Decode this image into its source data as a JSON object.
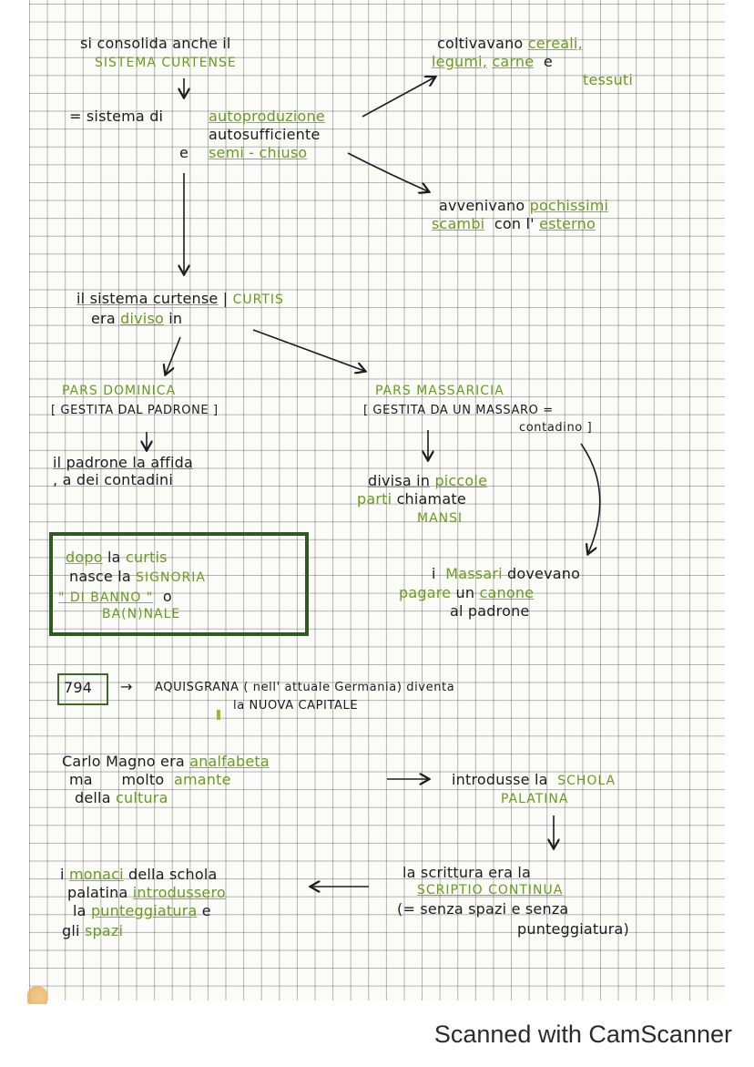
{
  "colors": {
    "ink": "#1c1c1c",
    "highlight_green": "#6a9b1c",
    "box_border": "#2f5a24",
    "grid": "#5a5a5a"
  },
  "notes": {
    "sistema_curtense": {
      "intro": "si consolida anche il",
      "title": "SISTEMA CURTENSE",
      "definition_prefix": "= sistema di",
      "definition_terms": [
        "autoproduzione",
        "autosufficiente",
        "semi - chiuso"
      ],
      "definition_conj": "e",
      "branch_production": {
        "verb": "coltivavano",
        "items": [
          "cereali,",
          "legumi,",
          "carne",
          "e",
          "tessuti"
        ]
      },
      "branch_exchange": {
        "line1_prefix": "avvenivano",
        "line1_green": "pochissimi",
        "line2_green1": "scambi",
        "line2_mid": "con",
        "line2_black": "l'",
        "line2_green2": "esterno"
      }
    },
    "division": {
      "line1": "il sistema curtense",
      "line1_alt": "CURTIS",
      "line2_prefix": "era",
      "line2_green": "diviso",
      "line2_suffix": "in"
    },
    "pars_dominica": {
      "title": "PARS DOMINICA",
      "subtitle": "[ GESTITA DAL PADRONE ]",
      "detail_line1": "il padrone la affida",
      "detail_line2": ", a dei contadini"
    },
    "pars_massaricia": {
      "title": "PARS MASSARICIA",
      "subtitle_line1": "[ GESTITA DA UN MASSARO =",
      "subtitle_line2": "contadino ]",
      "detail_line1_prefix": "divisa in",
      "detail_line1_green": "piccole",
      "detail_line2_green": "parti",
      "detail_line2_suffix": "chiamate",
      "detail_line3": "MANSI",
      "massari_line1_prefix": "i",
      "massari_line1_green": "Massari",
      "massari_line1_suffix": "dovevano",
      "massari_line2_green1": "pagare",
      "massari_line2_mid": "un",
      "massari_line2_green2": "canone",
      "massari_line3": "al padrone"
    },
    "signoria_box": {
      "line1_green": "dopo",
      "line1_mid": "la",
      "line1_green2": "curtis",
      "line2_prefix": "nasce la",
      "line2_green": "SIGNORIA",
      "line3_green": "\" DI BANNO \"",
      "line3_suffix": "o",
      "line4_green": "BA(N)NALE"
    },
    "aquisgrana": {
      "year": "794",
      "arrow": "→",
      "line1": "AQUISGRANA ( nell' attuale Germania) diventa",
      "line2": "la NUOVA CAPITALE"
    },
    "carlo_magno": {
      "line1_prefix": "Carlo Magno era",
      "line1_green": "analfabeta",
      "line2_prefix": "ma      molto",
      "line2_green": "amante",
      "line3_prefix": "della",
      "line3_green": "cultura",
      "schola_prefix": "introdusse la",
      "schola_green1": "SCHOLA",
      "schola_green2": "PALATINA"
    },
    "scrittura": {
      "line1": "la scrittura era la",
      "line2_green": "SCRIPTIO CONTINUA",
      "line3": "(= senza spazi e senza",
      "line4": "punteggiatura)"
    },
    "monaci": {
      "line1_prefix": "i",
      "line1_green": "monaci",
      "line1_suffix": "della schola",
      "line2_prefix": "palatina",
      "line2_green": "introdussero",
      "line3_prefix": "la",
      "line3_green": "punteggiatura",
      "line3_suffix": "e",
      "line4_prefix": "gli",
      "line4_green": "spazi"
    }
  },
  "footer": {
    "watermark": "Scanned with CamScanner"
  }
}
